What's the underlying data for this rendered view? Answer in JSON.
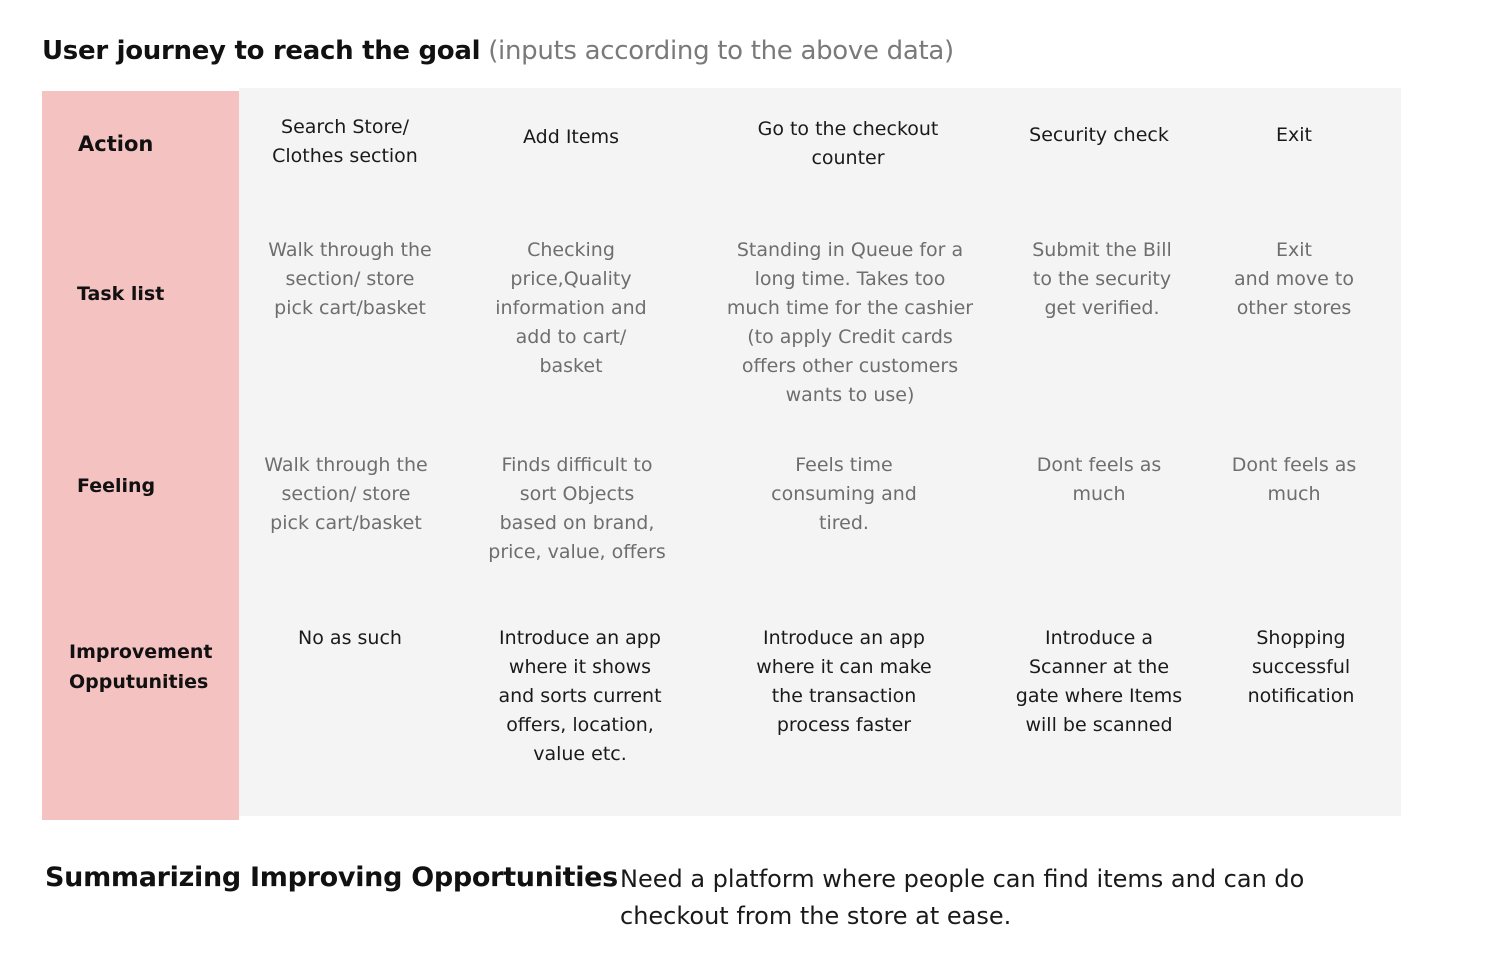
{
  "heading": {
    "bold_text": "User journey to reach  the goal",
    "light_text": "(inputs according to the above data)"
  },
  "journey": {
    "row_labels": {
      "action": "Action",
      "task_list": "Task list",
      "feeling": "Feeling",
      "improvement_line1": "Improvement",
      "improvement_line2": "Opputunities"
    },
    "actions": [
      "Search Store/\nClothes section",
      "Add Items",
      "Go to the checkout\ncounter",
      "Security check",
      "Exit"
    ],
    "tasks": [
      "Walk through the\nsection/ store\npick cart/basket",
      "Checking\nprice,Quality\ninformation and\nadd to cart/\nbasket",
      "Standing in Queue for a\nlong time. Takes too\nmuch time for the cashier\n(to apply Credit cards\noffers other customers\nwants to use)",
      "Submit the Bill\nto the security\nget verified.",
      "Exit\nand move to\nother stores"
    ],
    "feelings": [
      "Walk through the\nsection/ store\npick cart/basket",
      "Finds difficult to\nsort Objects\nbased on brand,\nprice, value, offers",
      "Feels time\nconsuming and\ntired.",
      "Dont feels as\nmuch",
      "Dont feels as\nmuch"
    ],
    "improvements": [
      "No as such",
      "Introduce an app\nwhere it shows\nand sorts current\noffers, location,\nvalue etc.",
      "Introduce an app\nwhere it can make\nthe transaction\nprocess faster",
      "Introduce a\nScanner at the\ngate where Items\nwill be scanned",
      "Shopping\nsuccessful\nnotification"
    ]
  },
  "summary": {
    "title": "Summarizing Improving Opportunities",
    "text": "Need a platform where people can find items and can do\ncheckout from the store at ease."
  },
  "colors": {
    "label_column": "#f5c2c2",
    "table_background": "#f4f4f4",
    "muted_text": "#6e6e6e",
    "dark_text": "#1a1a1a"
  }
}
